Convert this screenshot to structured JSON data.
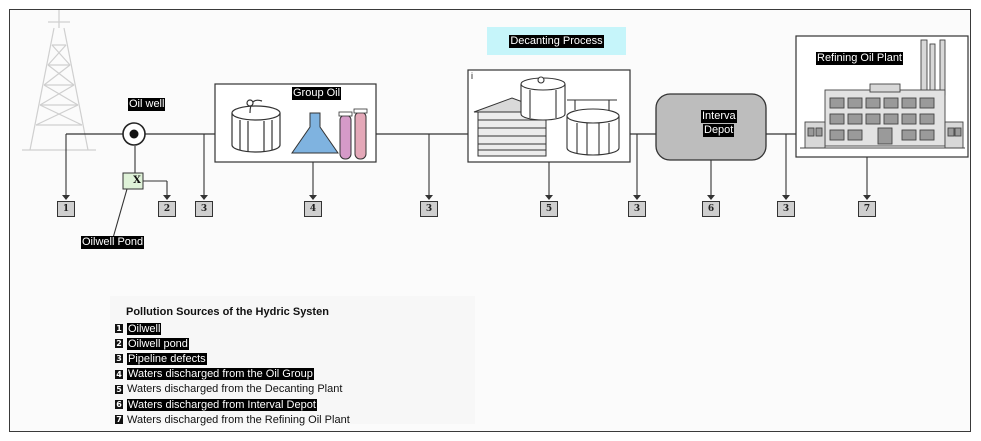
{
  "diagram": {
    "stations": {
      "oil_well": "Oil well",
      "oilwell_pond": "Oilwell Pond",
      "group_oil": "Group Oil",
      "decanting_process": "Decanting Process",
      "interval_depot_line1": "Interva",
      "interval_depot_line2": "Depot",
      "refining_oil_plant": "Refining Oil Plant"
    },
    "valve_symbol": "X",
    "source_markers": [
      {
        "id": "m1",
        "label": "1"
      },
      {
        "id": "m2",
        "label": "2"
      },
      {
        "id": "m3a",
        "label": "3"
      },
      {
        "id": "m4",
        "label": "4"
      },
      {
        "id": "m3b",
        "label": "3"
      },
      {
        "id": "m5",
        "label": "5"
      },
      {
        "id": "m3c",
        "label": "3"
      },
      {
        "id": "m6",
        "label": "6"
      },
      {
        "id": "m3d",
        "label": "3"
      },
      {
        "id": "m7",
        "label": "7"
      }
    ],
    "decanting_box_mark": "i"
  },
  "legend": {
    "title": "Pollution Sources of the Hydric Systen",
    "items": [
      {
        "num": "1",
        "text": "Oilwell",
        "highlighted": true
      },
      {
        "num": "2",
        "text": "Oilwell pond",
        "highlighted": true
      },
      {
        "num": "3",
        "text": "Pipeline defects",
        "highlighted": true
      },
      {
        "num": "4",
        "text": "Waters discharged from the Oil Group",
        "highlighted": true
      },
      {
        "num": "5",
        "text": "Waters discharged from the Decanting Plant",
        "highlighted": false
      },
      {
        "num": "6",
        "text": "Waters discharged from Interval Depot",
        "highlighted": true
      },
      {
        "num": "7",
        "text": "Waters discharged from the Refining Oil Plant",
        "highlighted": false
      }
    ]
  },
  "colors": {
    "pipeline": "#333333",
    "marker_fill": "#cfcfcf",
    "decanting_title_bg": "#c6f5fa",
    "valve_fill": "#dff2d8",
    "depot_fill": "#bdbdbd",
    "flask_blue": "#7fb3e0",
    "tube_pink": "#d59ac8"
  }
}
